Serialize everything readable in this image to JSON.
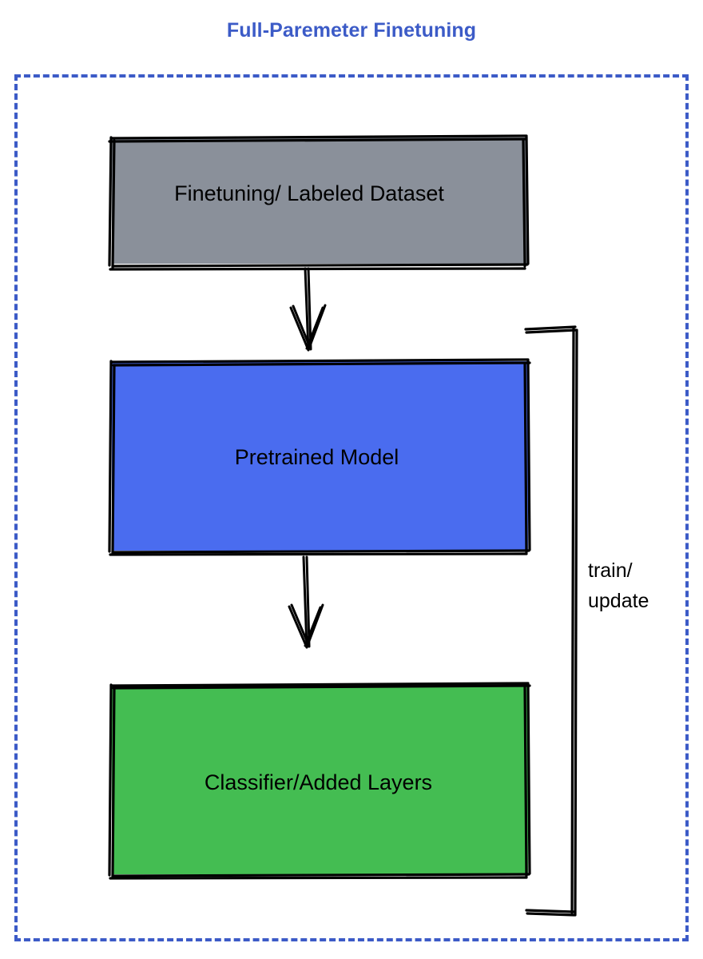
{
  "diagram": {
    "title": "Full-Paremeter Finetuning",
    "title_color": "#3c5bc7",
    "container": {
      "border_style": "dashed",
      "border_color": "#3c5bc7"
    },
    "nodes": [
      {
        "id": "dataset",
        "label": "Finetuning/ Labeled Dataset",
        "fill": "#8a909a",
        "text_color": "#000000",
        "shape": "sketchy-rectangle"
      },
      {
        "id": "pretrained",
        "label": "Pretrained Model",
        "fill": "#4a6cef",
        "text_color": "#000000",
        "shape": "sketchy-rectangle"
      },
      {
        "id": "classifier",
        "label": "Classifier/Added Layers",
        "fill": "#44bd52",
        "text_color": "#000000",
        "shape": "sketchy-rectangle"
      }
    ],
    "edges": [
      {
        "id": "dataset-to-pretrained",
        "from": "dataset",
        "to": "pretrained",
        "label": "",
        "style": "sketchy-arrow-down"
      },
      {
        "id": "pretrained-to-classifier",
        "from": "pretrained",
        "to": "classifier",
        "label": "",
        "style": "sketchy-arrow-down"
      },
      {
        "id": "classifier-to-pretrained-loop",
        "from": "classifier",
        "to": "pretrained",
        "label": "train/\nupdate",
        "style": "sketchy-bracket-loop-right"
      }
    ],
    "icons": {
      "arrow_down": "arrow-down-icon",
      "loop": "feedback-loop-icon"
    }
  }
}
